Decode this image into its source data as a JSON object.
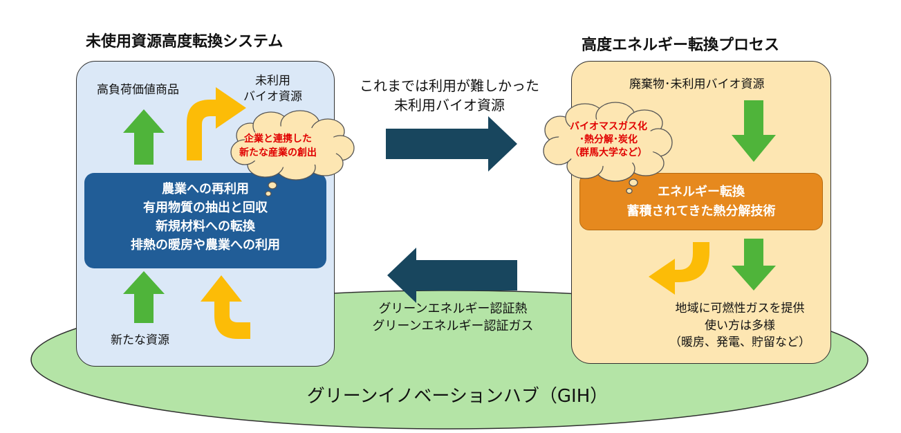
{
  "hub": {
    "label": "グリーンイノベーションハブ（GIH）"
  },
  "left": {
    "title": "未使用資源高度転換システム",
    "top_left_label": "高負荷価値商品",
    "top_right_label": [
      "未利用",
      "バイオ資源"
    ],
    "bottom_label": "新たな資源",
    "cloud": [
      "企業と連携した",
      "新たな産業の創出"
    ],
    "box_lines": [
      "農業への再利用",
      "有用物質の抽出と回収",
      "新規材料への転換",
      "排熱の暖房や農業への利用"
    ]
  },
  "center": {
    "top_text": [
      "これまでは利用が難しかった",
      "未利用バイオ資源"
    ],
    "bottom_text": [
      "グリーンエネルギー認証熱",
      "グリーンエネルギー認証ガス"
    ]
  },
  "right": {
    "title": "高度エネルギー転換プロセス",
    "top_label": "廃棄物･未利用バイオ資源",
    "cloud": [
      "バイオマスガス化",
      "･熱分解･炭化",
      "（群馬大学など）"
    ],
    "box_lines": [
      "エネルギー転換",
      "蓄積されてきた熱分解技術"
    ],
    "bottom_lines": [
      "地域に可燃性ガスを提供",
      "使い方は多様",
      "（暖房、発電、貯留など）"
    ]
  },
  "colors": {
    "hub_fill": "#b4e4a6",
    "left_panel": "#dbe8f7",
    "right_panel": "#fde6b2",
    "left_box": "#215d97",
    "right_box": "#e6891e",
    "dark_arrow": "#18465e",
    "green_arrow": "#4fb43a",
    "yellow_arrow": "#fcbc07"
  }
}
